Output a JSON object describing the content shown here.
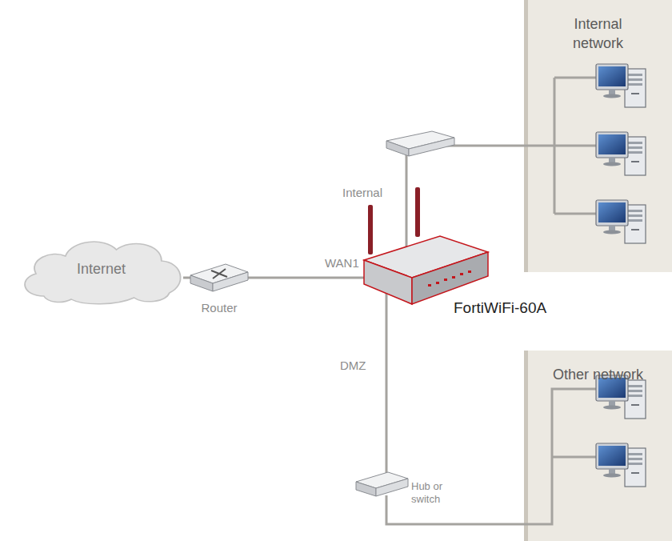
{
  "diagram": {
    "nodes": [
      {
        "text": [
          "Internal network"
        ]
      },
      {
        "text": [
          "Internet"
        ]
      },
      {
        "text": [
          "Router"
        ]
      },
      {
        "text": [
          "FortiWiFi-60A"
        ]
      },
      {
        "text": [
          "Other network"
        ]
      },
      {
        "text": [
          "Hub or switch"
        ]
      }
    ],
    "edges": [
      {
        "from": 1,
        "to": 2,
        "arrow": "none"
      },
      {
        "from": 2,
        "to": 3,
        "label": "WAN1",
        "arrow": "none"
      },
      {
        "from": 3,
        "to": 0,
        "label": "Internal",
        "arrow": "none"
      },
      {
        "from": 3,
        "to": 5,
        "label": "DMZ",
        "arrow": "none"
      },
      {
        "from": 5,
        "to": 4,
        "arrow": "none"
      }
    ]
  }
}
